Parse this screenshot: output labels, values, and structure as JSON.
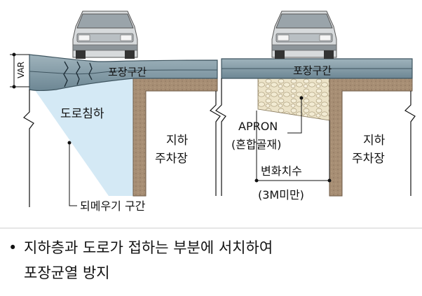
{
  "colors": {
    "pavement": "#7f98a3",
    "pavement_dark": "#3f5560",
    "soil": "#a78e74",
    "fill_zone": "#d4e9f5",
    "apron": "#e6dcc0",
    "car": "#cfd3d6"
  },
  "left_panel": {
    "var_label": "VAR",
    "pavement_label": "포장구간",
    "settlement_label": "도로침하",
    "parking_label_1": "지하",
    "parking_label_2": "주차장",
    "backfill_label": "되메우기 구간"
  },
  "right_panel": {
    "pavement_label": "포장구간",
    "apron_label": "APRON",
    "apron_sub_label": "(혼합골재)",
    "transition_label": "변화치수",
    "transition_sub_label": "(3M미만)",
    "parking_label_1": "지하",
    "parking_label_2": "주차장"
  },
  "caption": {
    "bullet": "•",
    "line1": "지하층과 도로가 접하는 부분에 서치하여",
    "line2": "포장균열 방지"
  }
}
